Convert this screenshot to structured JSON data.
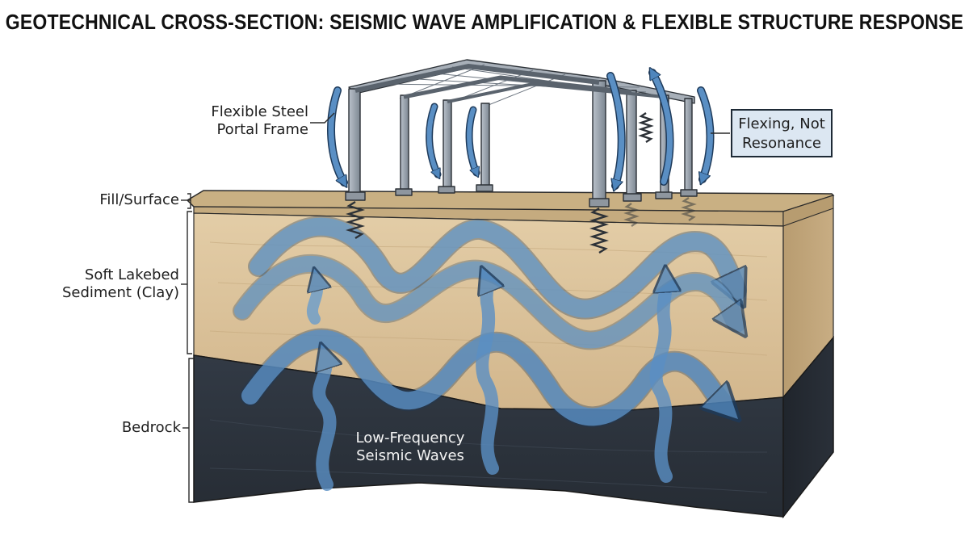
{
  "title": "GEOTECHNICAL CROSS-SECTION: SEISMIC WAVE AMPLIFICATION & FLEXIBLE STRUCTURE RESPONSE",
  "labels": {
    "frame_line1": "Flexible Steel",
    "frame_line2": "Portal Frame",
    "fill": "Fill/Surface",
    "clay_line1": "Soft Lakebed",
    "clay_line2": "Sediment (Clay)",
    "bedrock": "Bedrock",
    "waves_line1": "Low-Frequency",
    "waves_line2": "Seismic Waves",
    "callout_line1": "Flexing, Not",
    "callout_line2": "Resonance"
  },
  "colors": {
    "bedrock": "#2c333d",
    "clay": "#d8c09a",
    "fill": "#c5ab7f",
    "steel": "#9aa3ad",
    "wave": "#4f86bd",
    "callout_bg": "#dce7f2"
  }
}
